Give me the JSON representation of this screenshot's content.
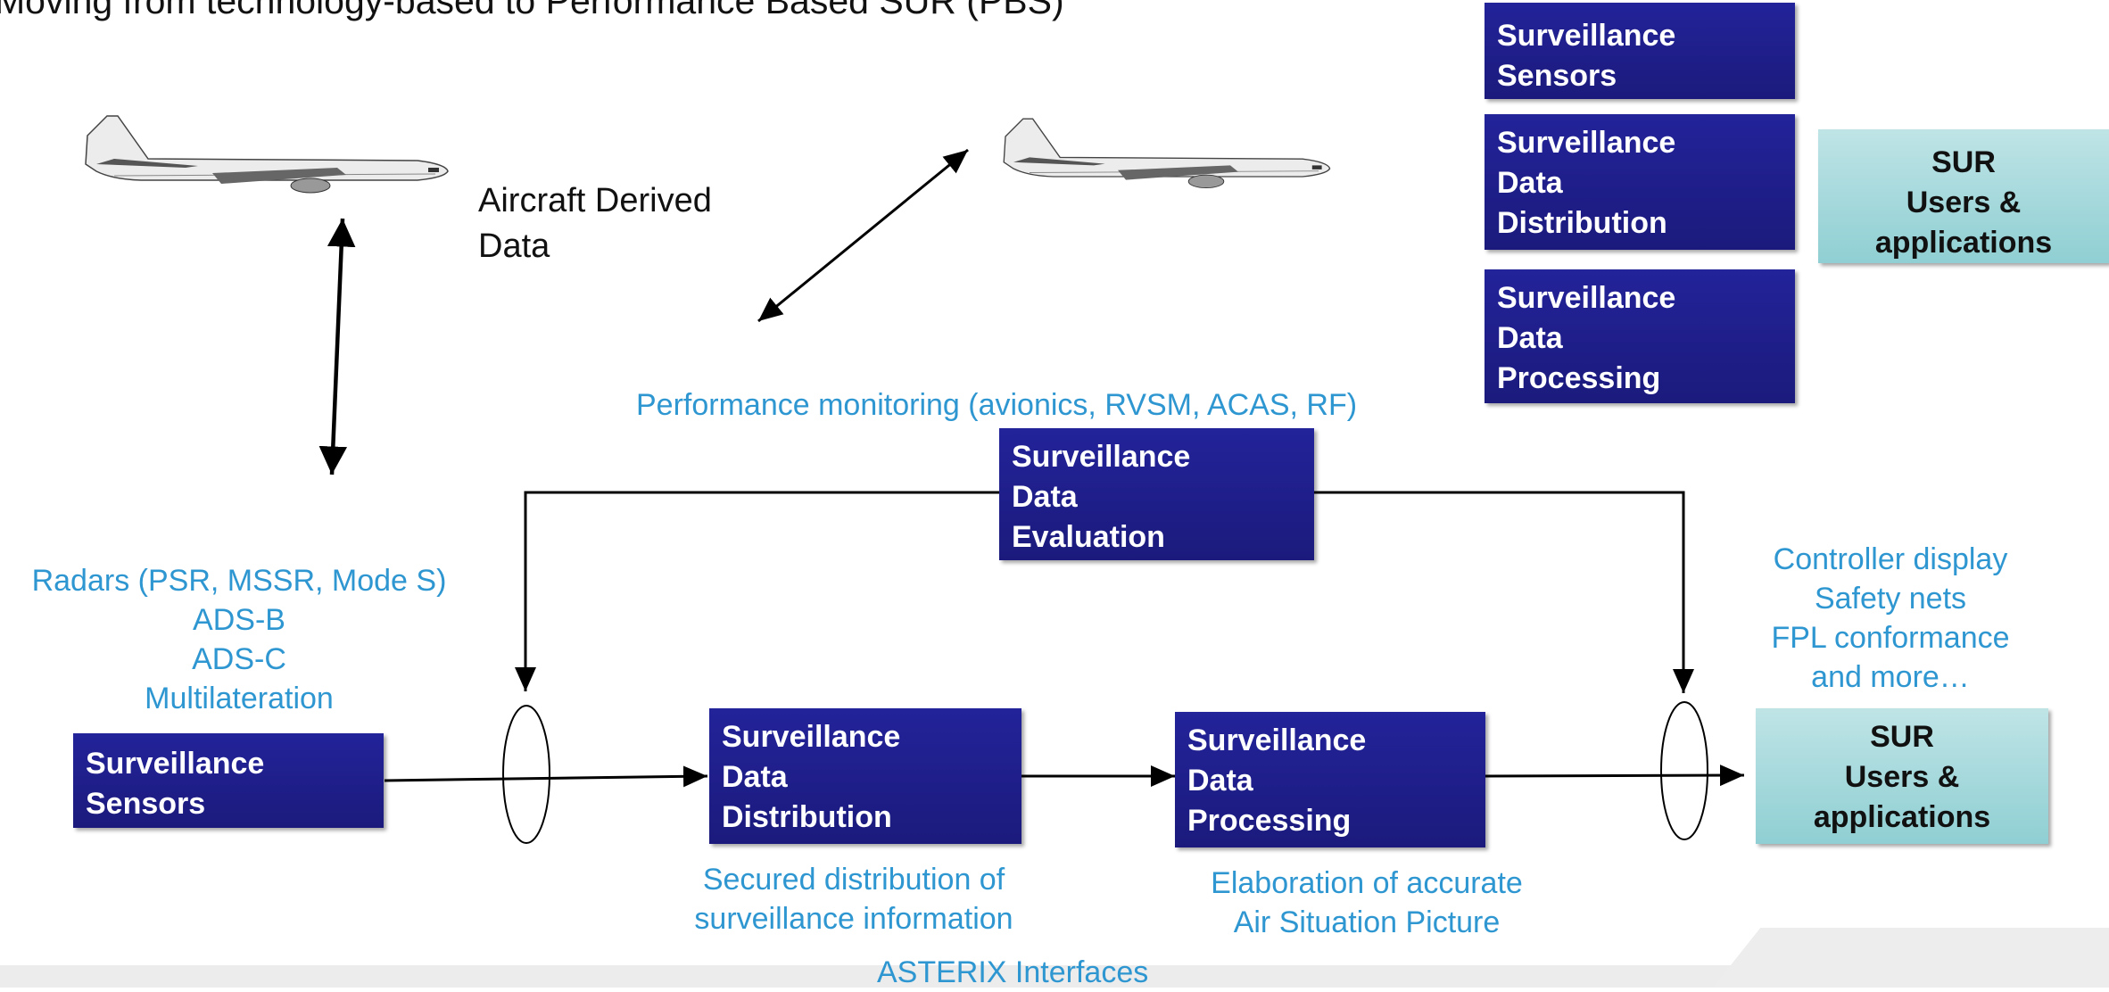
{
  "title": "Moving from technology-based to Performance Based SUR (PBS)",
  "legend": {
    "sensors": [
      "Surveillance",
      "Sensors"
    ],
    "distribution": [
      "Surveillance",
      "Data",
      "Distribution"
    ],
    "processing": [
      "Surveillance",
      "Data",
      "Processing"
    ],
    "users": [
      "SUR",
      "Users &",
      "applications"
    ]
  },
  "aircraft_derived": [
    "Aircraft Derived",
    "Data"
  ],
  "performance_monitoring": "Performance monitoring (avionics, RVSM, ACAS, RF)",
  "evaluation": [
    "Surveillance",
    "Data",
    "Evaluation"
  ],
  "sensor_types": [
    "Radars (PSR, MSSR, Mode S)",
    "ADS-B",
    "ADS-C",
    "Multilateration"
  ],
  "flow": {
    "sensors": [
      "Surveillance",
      "Sensors"
    ],
    "distribution": [
      "Surveillance",
      "Data",
      "Distribution"
    ],
    "processing": [
      "Surveillance",
      "Data",
      "Processing"
    ],
    "users": [
      "SUR",
      "Users &",
      "applications"
    ]
  },
  "user_applications": [
    "Controller display",
    "Safety nets",
    "FPL conformance",
    "and more…"
  ],
  "distribution_note": [
    "Secured distribution of",
    "surveillance information"
  ],
  "processing_note": [
    "Elaboration of accurate",
    "Air Situation Picture"
  ],
  "interfaces_label": "ASTERIX Interfaces",
  "colors": {
    "box_navy": "#1b1a7c",
    "user_teal": "#9ed5d8",
    "annotation_blue": "#2e96d0"
  }
}
